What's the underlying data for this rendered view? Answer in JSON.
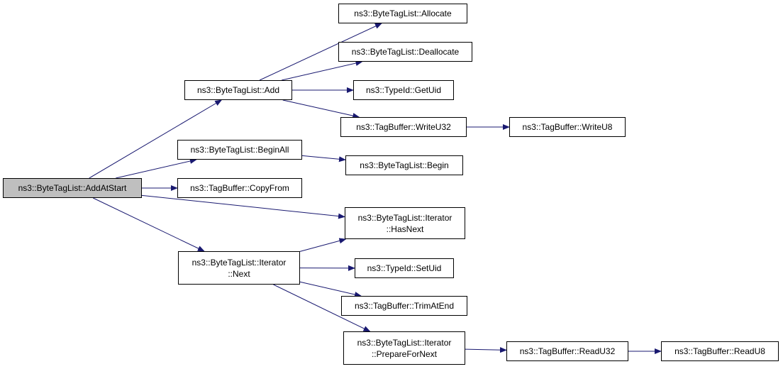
{
  "colors": {
    "edge": "#191970",
    "border": "#000000",
    "root_fill": "#bfbfbf",
    "node_fill": "#ffffff"
  },
  "nodes": {
    "add_at_start": {
      "line1": "ns3::ByteTagList::AddAtStart",
      "line2": ""
    },
    "add": {
      "line1": "ns3::ByteTagList::Add",
      "line2": ""
    },
    "begin_all": {
      "line1": "ns3::ByteTagList::BeginAll",
      "line2": ""
    },
    "copy_from": {
      "line1": "ns3::TagBuffer::CopyFrom",
      "line2": ""
    },
    "iter_next": {
      "line1": "ns3::ByteTagList::Iterator",
      "line2": "::Next"
    },
    "allocate": {
      "line1": "ns3::ByteTagList::Allocate",
      "line2": ""
    },
    "deallocate": {
      "line1": "ns3::ByteTagList::Deallocate",
      "line2": ""
    },
    "get_uid": {
      "line1": "ns3::TypeId::GetUid",
      "line2": ""
    },
    "write_u32": {
      "line1": "ns3::TagBuffer::WriteU32",
      "line2": ""
    },
    "begin": {
      "line1": "ns3::ByteTagList::Begin",
      "line2": ""
    },
    "has_next": {
      "line1": "ns3::ByteTagList::Iterator",
      "line2": "::HasNext"
    },
    "set_uid": {
      "line1": "ns3::TypeId::SetUid",
      "line2": ""
    },
    "trim_at_end": {
      "line1": "ns3::TagBuffer::TrimAtEnd",
      "line2": ""
    },
    "prepare_for_next": {
      "line1": "ns3::ByteTagList::Iterator",
      "line2": "::PrepareForNext"
    },
    "write_u8": {
      "line1": "ns3::TagBuffer::WriteU8",
      "line2": ""
    },
    "read_u32": {
      "line1": "ns3::TagBuffer::ReadU32",
      "line2": ""
    },
    "read_u8": {
      "line1": "ns3::TagBuffer::ReadU8",
      "line2": ""
    }
  },
  "edges": [
    [
      "add_at_start",
      "add"
    ],
    [
      "add_at_start",
      "begin_all"
    ],
    [
      "add_at_start",
      "copy_from"
    ],
    [
      "add_at_start",
      "has_next"
    ],
    [
      "add_at_start",
      "iter_next"
    ],
    [
      "add",
      "allocate"
    ],
    [
      "add",
      "deallocate"
    ],
    [
      "add",
      "get_uid"
    ],
    [
      "add",
      "write_u32"
    ],
    [
      "write_u32",
      "write_u8"
    ],
    [
      "begin_all",
      "begin"
    ],
    [
      "iter_next",
      "has_next"
    ],
    [
      "iter_next",
      "set_uid"
    ],
    [
      "iter_next",
      "trim_at_end"
    ],
    [
      "iter_next",
      "prepare_for_next"
    ],
    [
      "prepare_for_next",
      "read_u32"
    ],
    [
      "read_u32",
      "read_u8"
    ]
  ]
}
